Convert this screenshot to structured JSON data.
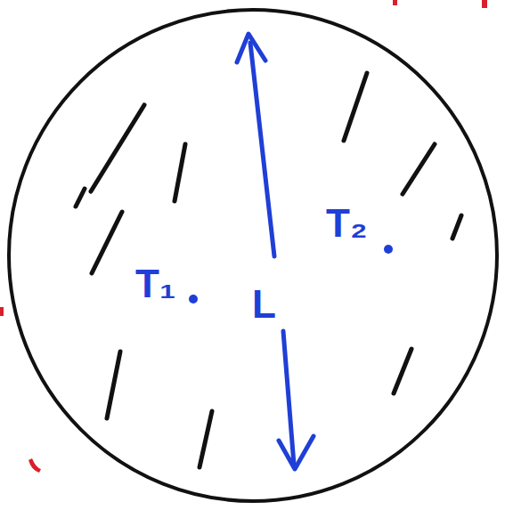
{
  "diagram": {
    "labels": [
      "T₁",
      "T₂",
      "L"
    ]
  }
}
